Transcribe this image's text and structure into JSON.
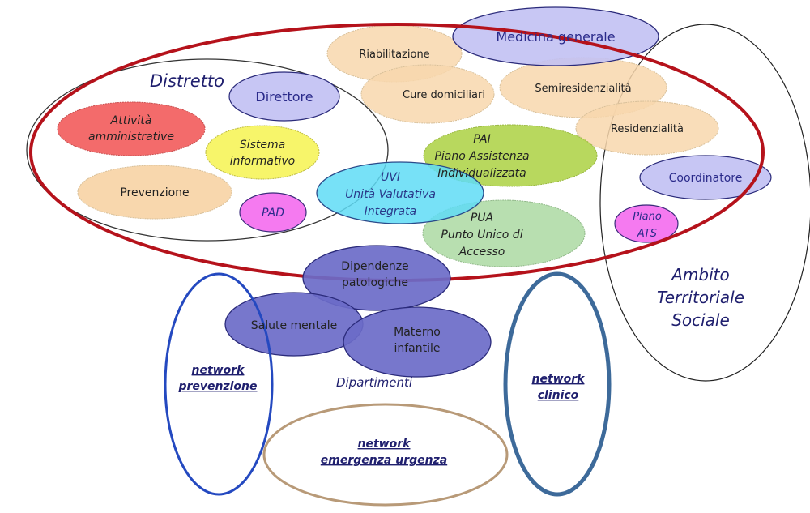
{
  "diagram": {
    "groups": {
      "distretto": {
        "label": "Distretto"
      },
      "ambito": {
        "label_lines": [
          "Ambito",
          "Territoriale",
          "Sociale"
        ]
      },
      "dipartimenti": {
        "label": "Dipartimenti"
      }
    },
    "nodes": {
      "attivita": {
        "lines": [
          "Attività",
          "amministrative"
        ],
        "color": "#f36b6b"
      },
      "direttore": {
        "lines": [
          "Direttore"
        ],
        "color": "#c7c6f4"
      },
      "sistema": {
        "lines": [
          "Sistema",
          "informativo"
        ],
        "color": "#f7f56a"
      },
      "prevenzione": {
        "lines": [
          "Prevenzione"
        ],
        "color": "#f8d7ad"
      },
      "pad": {
        "lines": [
          "PAD"
        ],
        "color": "#f57af0"
      },
      "riabilitazione": {
        "lines": [
          "Riabilitazione"
        ],
        "color": "#f8d7ad"
      },
      "medicina": {
        "lines": [
          "Medicina generale"
        ],
        "color": "#c7c6f4"
      },
      "cure": {
        "lines": [
          "Cure domiciliari"
        ],
        "color": "#f8d7ad"
      },
      "semires": {
        "lines": [
          "Semiresidenzialità"
        ],
        "color": "#f8d7ad"
      },
      "residenz": {
        "lines": [
          "Residenzialità"
        ],
        "color": "#f8d7ad"
      },
      "pai": {
        "lines": [
          "PAI",
          "Piano Assistenza",
          "Individualizzata"
        ],
        "color": "#b5d65a"
      },
      "uvi": {
        "lines": [
          "UVI",
          "Unità Valutativa",
          "Integrata"
        ],
        "color": "#6ee3f7"
      },
      "pua": {
        "lines": [
          "PUA",
          "Punto Unico di",
          "Accesso"
        ],
        "color": "#b0dba7"
      },
      "coordinatore": {
        "lines": [
          "Coordinatore"
        ],
        "color": "#c7c6f4"
      },
      "piano_ats": {
        "lines": [
          "Piano",
          "ATS"
        ],
        "color": "#f57af0"
      },
      "dipendenze": {
        "lines": [
          "Dipendenze",
          "patologiche"
        ],
        "color": "#6b6bc8"
      },
      "salute": {
        "lines": [
          "Salute mentale"
        ],
        "color": "#6b6bc8"
      },
      "materno": {
        "lines": [
          "Materno",
          "infantile"
        ],
        "color": "#6b6bc8"
      }
    },
    "networks": {
      "prevenzione": {
        "lines": [
          "network",
          "prevenzione"
        ],
        "color": "#2449c0"
      },
      "clinico": {
        "lines": [
          "network",
          "clinico"
        ],
        "color": "#3d6a9a"
      },
      "emergenza": {
        "lines": [
          "network",
          "emergenza urgenza"
        ],
        "color": "#b89a78"
      }
    },
    "colors": {
      "outer_red": "#b5121b",
      "text_navy": "#1f1f6e",
      "text_dark": "#222222"
    }
  }
}
